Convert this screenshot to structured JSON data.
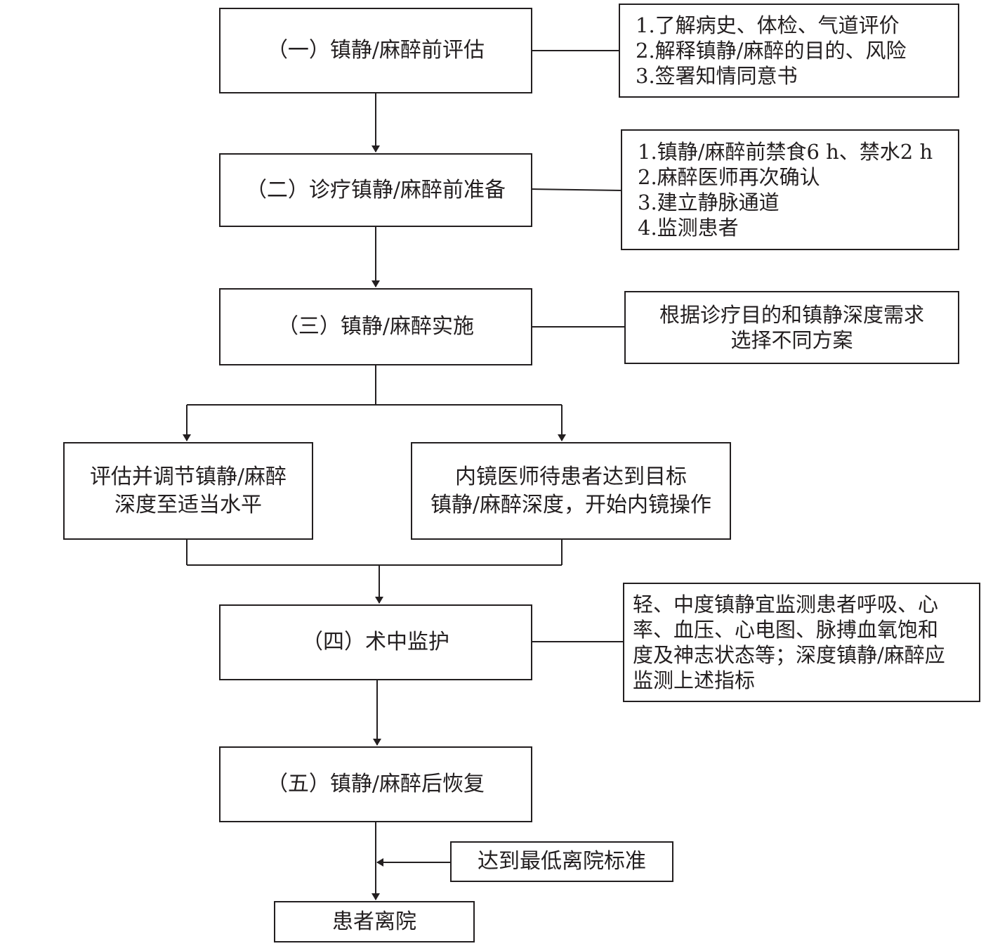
{
  "steps": {
    "s1": "（一）镇静/麻醉前评估",
    "s2": "（二）诊疗镇静/麻醉前准备",
    "s3": "（三）镇静/麻醉实施",
    "s4": "（四）术中监护",
    "s5": "（五）镇静/麻醉后恢复"
  },
  "branches": {
    "left": [
      "评估并调节镇静/麻醉",
      "深度至适当水平"
    ],
    "right": [
      "内镜医师待患者达到目标",
      "镇静/麻醉深度，开始内镜操作"
    ]
  },
  "notes": {
    "n1": [
      "1.了解病史、体检、气道评价",
      "2.解释镇静/麻醉的目的、风险",
      "3.签署知情同意书"
    ],
    "n2": [
      "1.镇静/麻醉前禁食6 h、禁水2 h",
      "2.麻醉医师再次确认",
      "3.建立静脉通道",
      "4.监测患者"
    ],
    "n3": [
      "根据诊疗目的和镇静深度需求",
      "选择不同方案"
    ],
    "n4": [
      "轻、中度镇静宜监测患者呼吸、心",
      "率、血压、心电图、脉搏血氧饱和",
      "度及神志状态等；深度镇静/麻醉应",
      "监测上述指标"
    ]
  },
  "discharge_criteria": "达到最低离院标准",
  "end": "患者离院",
  "colors": {
    "line": "#231f20",
    "background": "#ffffff"
  }
}
